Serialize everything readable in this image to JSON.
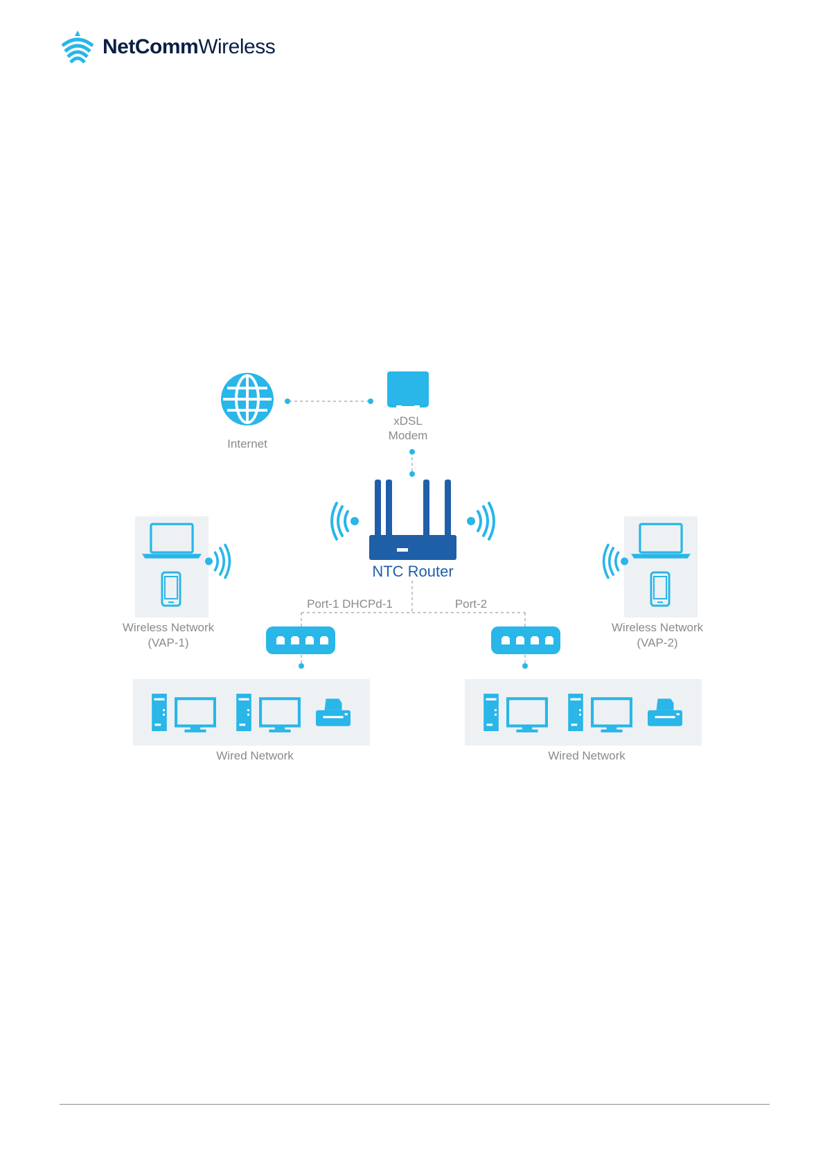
{
  "brand": {
    "name_bold": "NetComm",
    "name_light": "Wireless"
  },
  "diagram": {
    "internet_label": "Internet",
    "modem_label_line1": "xDSL",
    "modem_label_line2": "Modem",
    "router_label": "NTC Router",
    "port1_label": "Port-1 DHCPd-1",
    "port2_label": "Port-2",
    "wireless_left_line1": "Wireless Network",
    "wireless_left_line2": "(VAP-1)",
    "wireless_right_line1": "Wireless Network",
    "wireless_right_line2": "(VAP-2)",
    "wired_left_label": "Wired Network",
    "wired_right_label": "Wired Network"
  },
  "colors": {
    "accent": "#29b6e8",
    "router": "#1e5fa8",
    "panel": "#eef1f4",
    "text": "#8a8a8a"
  }
}
